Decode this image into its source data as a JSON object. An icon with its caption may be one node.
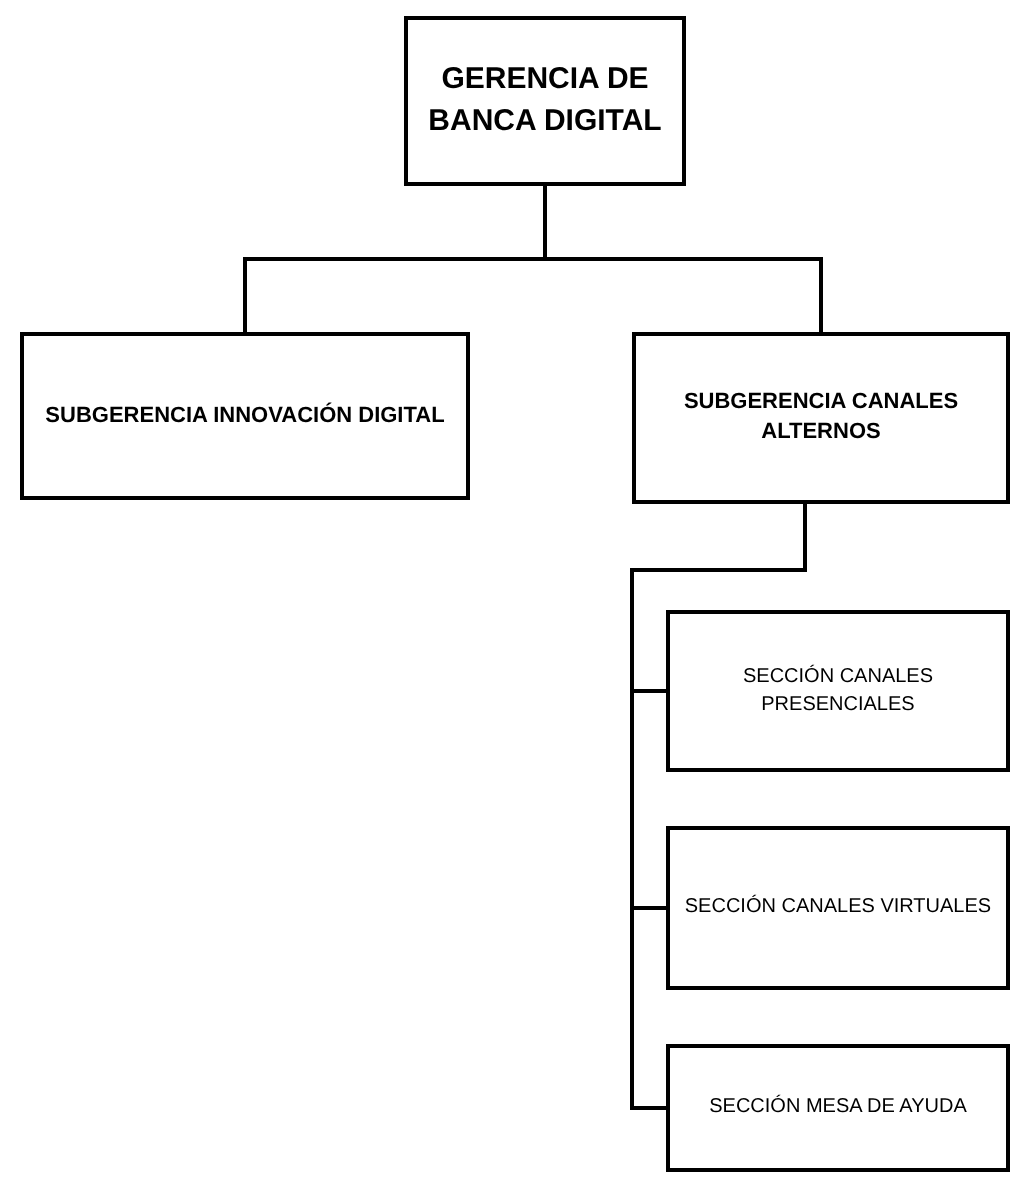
{
  "diagram": {
    "nodes": [
      {
        "text": [
          "GERENCIA DE BANCA DIGITAL"
        ]
      },
      {
        "text": [
          "SUBGERENCIA INNOVACIÓN DIGITAL"
        ]
      },
      {
        "text": [
          "SUBGERENCIA CANALES ALTERNOS"
        ]
      },
      {
        "text": [
          "SECCIÓN CANALES PRESENCIALES"
        ]
      },
      {
        "text": [
          "SECCIÓN CANALES VIRTUALES"
        ]
      },
      {
        "text": [
          "SECCIÓN MESA DE AYUDA"
        ]
      }
    ],
    "edges": [
      {
        "from": 0,
        "to": 1,
        "arrow": "none"
      },
      {
        "from": 0,
        "to": 2,
        "arrow": "none"
      },
      {
        "from": 2,
        "to": 3,
        "arrow": "none"
      },
      {
        "from": 2,
        "to": 4,
        "arrow": "none"
      },
      {
        "from": 2,
        "to": 5,
        "arrow": "none"
      }
    ]
  }
}
